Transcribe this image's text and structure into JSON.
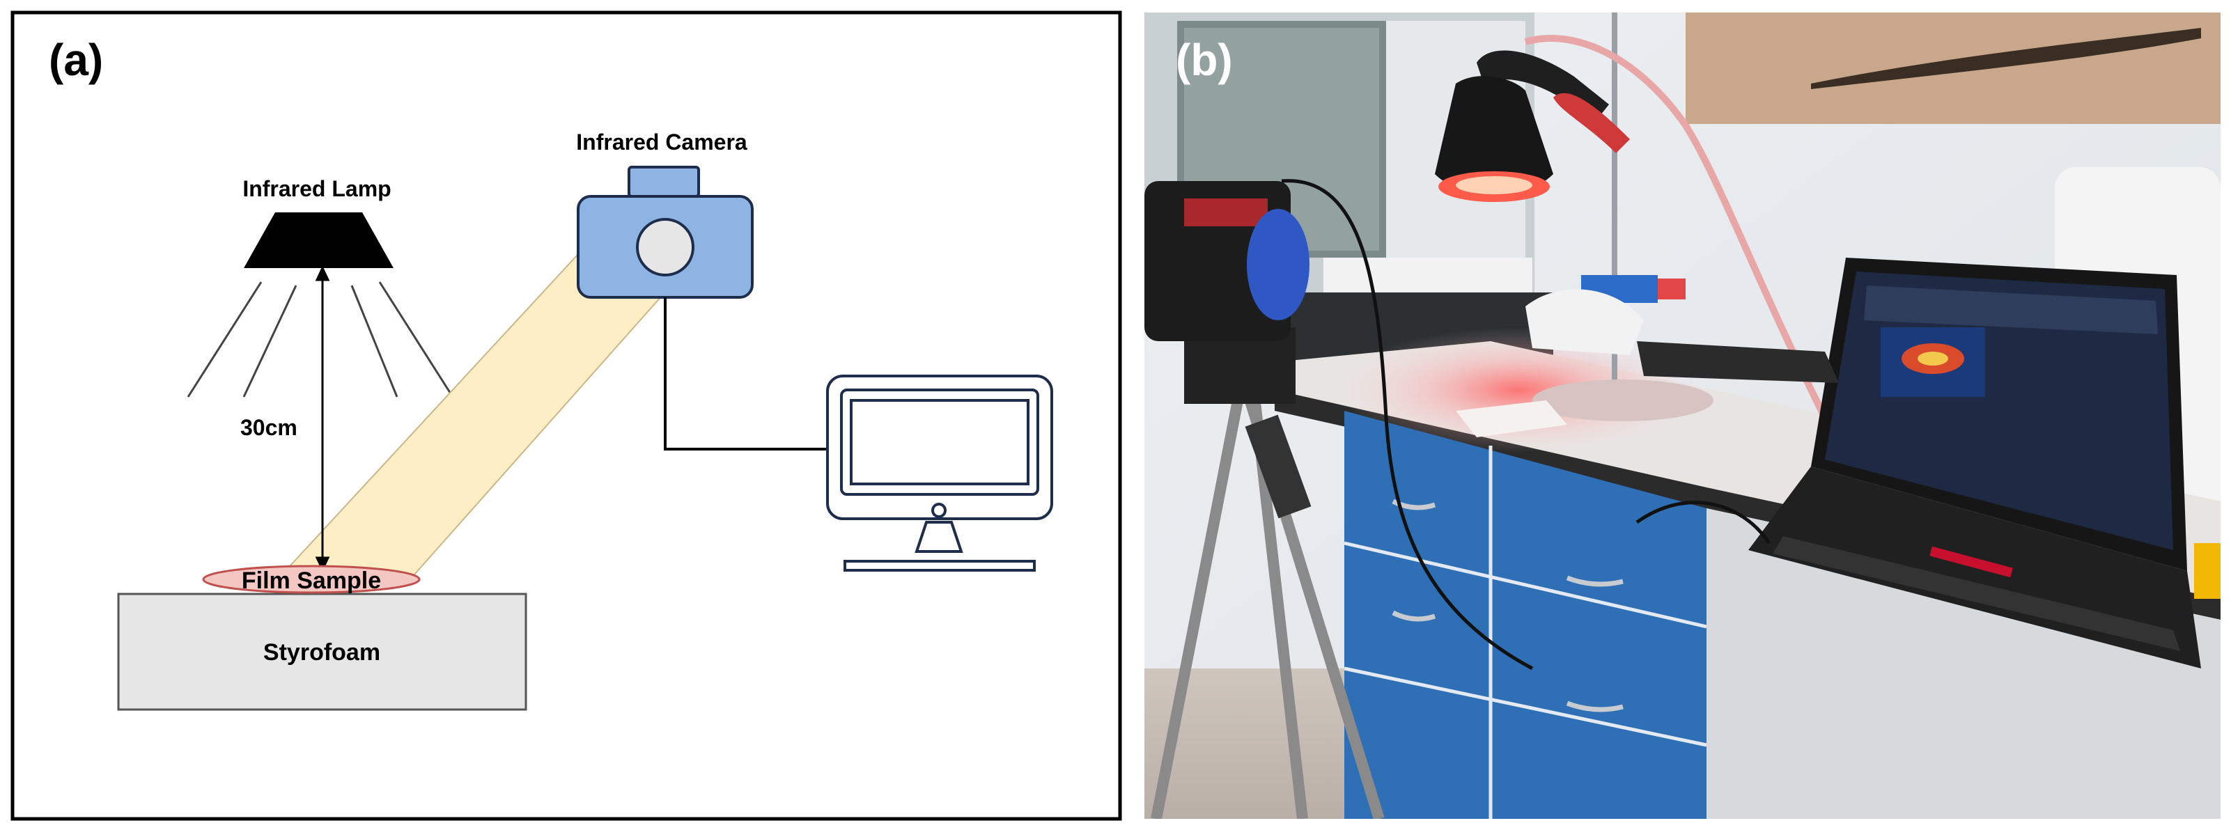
{
  "panel_a": {
    "panel_label": "(a)",
    "labels": {
      "lamp": "Infrared Lamp",
      "camera": "Infrared Camera",
      "distance": "30cm",
      "sample": "Film Sample",
      "base": "Styrofoam"
    },
    "colors": {
      "camera_fill": "#8eb4e3",
      "camera_stroke": "#1f2d4d",
      "beam_fill": "#fdeec6",
      "sample_fill": "#f4c7c3",
      "sample_stroke": "#c0504d",
      "base_fill": "#e7e6e6",
      "lamp_fill": "#000000",
      "monitor_stroke": "#1f2d4d"
    }
  },
  "panel_b": {
    "panel_label": "(b)",
    "description_icons": [
      "tripod-icon",
      "thermal-camera-icon",
      "desk-lamp-icon",
      "laptop-icon",
      "lab-stand-icon"
    ]
  }
}
